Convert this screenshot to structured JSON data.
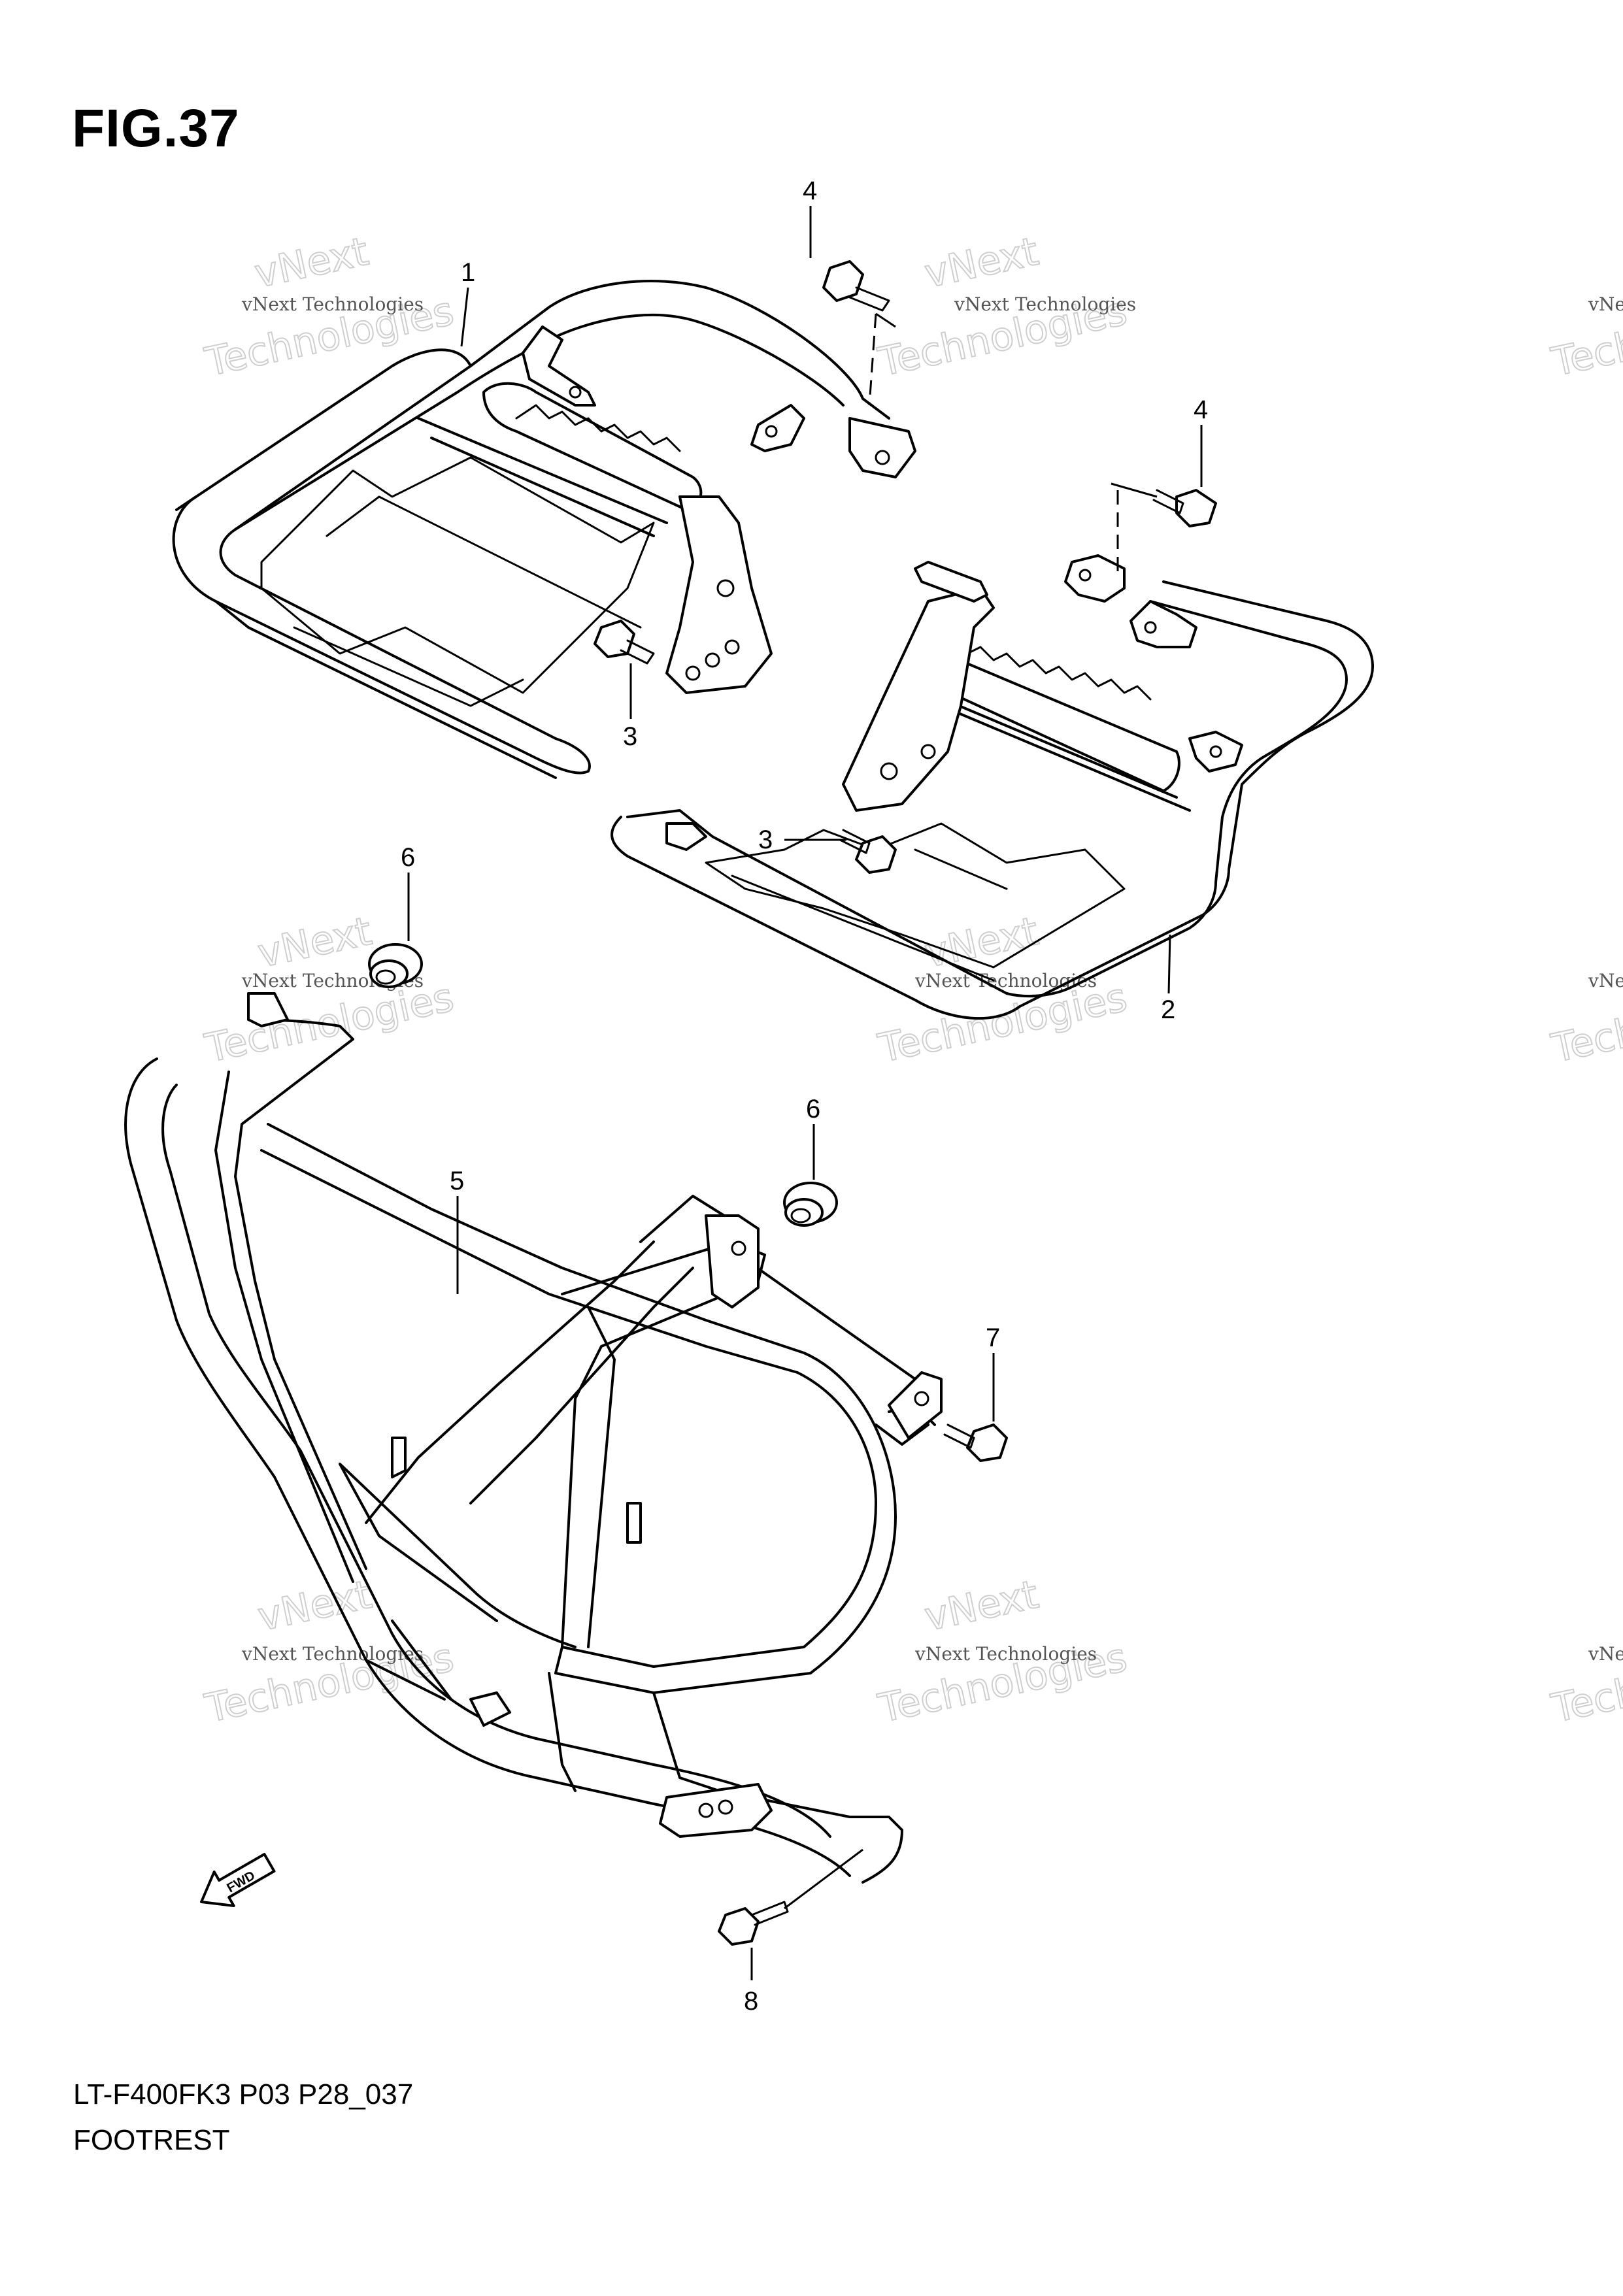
{
  "figure": {
    "title": "FIG.37"
  },
  "footer": {
    "code": "LT-F400FK3 P03 P28_037",
    "name": "FOOTREST"
  },
  "watermark": {
    "line1": "vNext Technologies",
    "line2": "Technologies",
    "arc": "vNext"
  },
  "callouts": {
    "c1": "1",
    "c2": "2",
    "c3a": "3",
    "c3b": "3",
    "c4a": "4",
    "c4b": "4",
    "c5": "5",
    "c6a": "6",
    "c6b": "6",
    "c7": "7",
    "c8": "8"
  },
  "fwd_arrow": {
    "label": "FWD"
  }
}
